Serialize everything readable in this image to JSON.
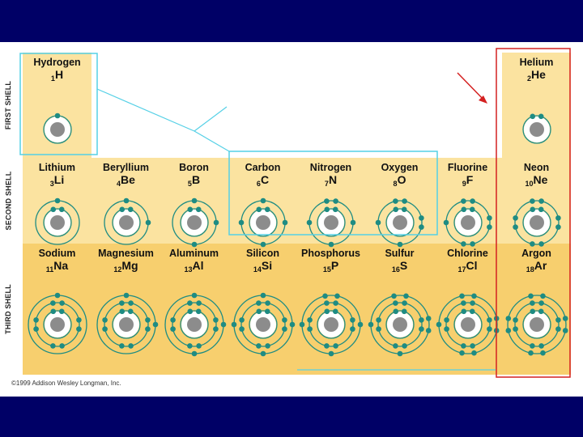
{
  "shells": [
    {
      "label": "FIRST SHELL"
    },
    {
      "label": "SECOND SHELL"
    },
    {
      "label": "THIRD SHELL"
    }
  ],
  "elements": [
    {
      "name": "Hydrogen",
      "number": "1",
      "symbol": "H",
      "electrons": [
        1
      ]
    },
    {
      "name": "Helium",
      "number": "2",
      "symbol": "He",
      "electrons": [
        2
      ]
    },
    {
      "name": "Lithium",
      "number": "3",
      "symbol": "Li",
      "electrons": [
        2,
        1
      ]
    },
    {
      "name": "Beryllium",
      "number": "4",
      "symbol": "Be",
      "electrons": [
        2,
        2
      ]
    },
    {
      "name": "Boron",
      "number": "5",
      "symbol": "B",
      "electrons": [
        2,
        3
      ]
    },
    {
      "name": "Carbon",
      "number": "6",
      "symbol": "C",
      "electrons": [
        2,
        4
      ]
    },
    {
      "name": "Nitrogen",
      "number": "7",
      "symbol": "N",
      "electrons": [
        2,
        5
      ]
    },
    {
      "name": "Oxygen",
      "number": "8",
      "symbol": "O",
      "electrons": [
        2,
        6
      ]
    },
    {
      "name": "Fluorine",
      "number": "9",
      "symbol": "F",
      "electrons": [
        2,
        7
      ]
    },
    {
      "name": "Neon",
      "number": "10",
      "symbol": "Ne",
      "electrons": [
        2,
        8
      ]
    },
    {
      "name": "Sodium",
      "number": "11",
      "symbol": "Na",
      "electrons": [
        2,
        8,
        1
      ]
    },
    {
      "name": "Magnesium",
      "number": "12",
      "symbol": "Mg",
      "electrons": [
        2,
        8,
        2
      ]
    },
    {
      "name": "Aluminum",
      "number": "13",
      "symbol": "Al",
      "electrons": [
        2,
        8,
        3
      ]
    },
    {
      "name": "Silicon",
      "number": "14",
      "symbol": "Si",
      "electrons": [
        2,
        8,
        4
      ]
    },
    {
      "name": "Phosphorus",
      "number": "15",
      "symbol": "P",
      "electrons": [
        2,
        8,
        5
      ]
    },
    {
      "name": "Sulfur",
      "number": "16",
      "symbol": "S",
      "electrons": [
        2,
        8,
        6
      ]
    },
    {
      "name": "Chlorine",
      "number": "17",
      "symbol": "Cl",
      "electrons": [
        2,
        8,
        7
      ]
    },
    {
      "name": "Argon",
      "number": "18",
      "symbol": "Ar",
      "electrons": [
        2,
        8,
        8
      ]
    }
  ],
  "copyright": "©1999 Addison Wesley Longman, Inc.",
  "colors": {
    "frame": "#000066",
    "row_light": "#fbe3a0",
    "row_dark": "#f7cf6e",
    "orbit": "#1e8c83",
    "electron": "#1e8c83",
    "nucleus": "#8c8c8c",
    "highlight_cyan": "#55d0e6",
    "highlight_red": "#d42020"
  }
}
